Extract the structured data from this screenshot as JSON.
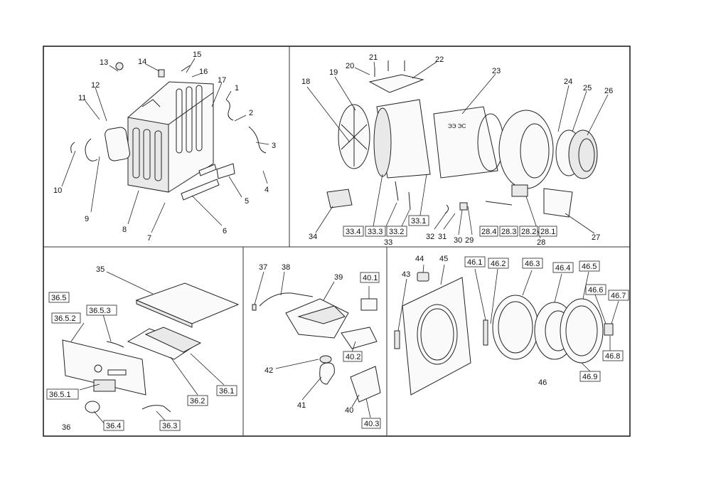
{
  "panels": [
    {
      "id": "cabinet",
      "labels": [
        {
          "text": "1"
        },
        {
          "text": "2"
        },
        {
          "text": "3"
        },
        {
          "text": "4"
        },
        {
          "text": "5"
        },
        {
          "text": "6"
        },
        {
          "text": "7"
        },
        {
          "text": "8"
        },
        {
          "text": "9"
        },
        {
          "text": "10"
        },
        {
          "text": "11"
        },
        {
          "text": "12"
        },
        {
          "text": "13"
        },
        {
          "text": "14"
        },
        {
          "text": "15"
        },
        {
          "text": "16"
        },
        {
          "text": "17"
        }
      ]
    },
    {
      "id": "tub-drum",
      "labels": [
        {
          "text": "18"
        },
        {
          "text": "19"
        },
        {
          "text": "20"
        },
        {
          "text": "21"
        },
        {
          "text": "22"
        },
        {
          "text": "23"
        },
        {
          "text": "24"
        },
        {
          "text": "25"
        },
        {
          "text": "26"
        },
        {
          "text": "27"
        },
        {
          "text": "28"
        },
        {
          "text": "28.1"
        },
        {
          "text": "28.2"
        },
        {
          "text": "28.3"
        },
        {
          "text": "28.4"
        },
        {
          "text": "29"
        },
        {
          "text": "30"
        },
        {
          "text": "31"
        },
        {
          "text": "32"
        },
        {
          "text": "33"
        },
        {
          "text": "33.1"
        },
        {
          "text": "33.2"
        },
        {
          "text": "33.3"
        },
        {
          "text": "33.4"
        },
        {
          "text": "34"
        }
      ]
    },
    {
      "id": "control-panel",
      "labels": [
        {
          "text": "35"
        },
        {
          "text": "36.5"
        },
        {
          "text": "36.5.2"
        },
        {
          "text": "36.5.3"
        },
        {
          "text": "36.1"
        },
        {
          "text": "36.2"
        },
        {
          "text": "36.5.1"
        },
        {
          "text": "36.4"
        },
        {
          "text": "36.3"
        },
        {
          "text": "36"
        }
      ]
    },
    {
      "id": "detergent",
      "labels": [
        {
          "text": "37"
        },
        {
          "text": "38"
        },
        {
          "text": "39"
        },
        {
          "text": "40.1"
        },
        {
          "text": "40.2"
        },
        {
          "text": "42"
        },
        {
          "text": "41"
        },
        {
          "text": "40"
        },
        {
          "text": "40.3"
        }
      ]
    },
    {
      "id": "door",
      "labels": [
        {
          "text": "44"
        },
        {
          "text": "45"
        },
        {
          "text": "43"
        },
        {
          "text": "46.1"
        },
        {
          "text": "46.2"
        },
        {
          "text": "46.3"
        },
        {
          "text": "46.4"
        },
        {
          "text": "46.5"
        },
        {
          "text": "46.6"
        },
        {
          "text": "46.7"
        },
        {
          "text": "46.8"
        },
        {
          "text": "46.9"
        },
        {
          "text": "46"
        }
      ]
    }
  ]
}
